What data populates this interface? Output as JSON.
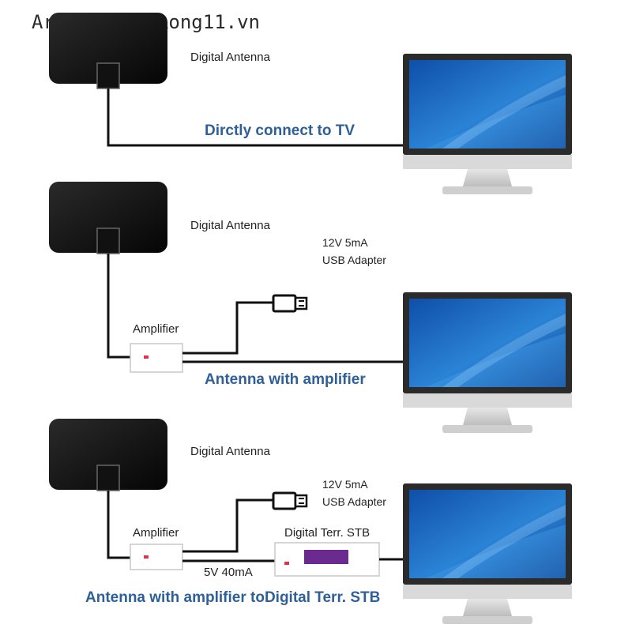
{
  "watermark": "ArtGloriousLong11.vn",
  "panel1": {
    "antenna_label": "Digital Antenna",
    "caption": "Dirctly connect to TV"
  },
  "panel2": {
    "antenna_label": "Digital Antenna",
    "adapter_label_1": "12V 5mA",
    "adapter_label_2": "USB Adapter",
    "amplifier_label": "Amplifier",
    "caption": "Antenna with amplifier"
  },
  "panel3": {
    "antenna_label": "Digital Antenna",
    "adapter_label_1": "12V 5mA",
    "adapter_label_2": "USB Adapter",
    "amplifier_label": "Amplifier",
    "stb_label": "Digital Terr. STB",
    "power_label": "5V 40mA",
    "caption": "Antenna with amplifier toDigital Terr. STB"
  },
  "colors": {
    "caption_blue": "#2f5f97",
    "antenna_black": "#1a1a1a",
    "screen_blue": "#1f6fc6",
    "monitor_frame": "#2b2b2b",
    "stand_grey": "#cfcfcf",
    "stb_display_purple": "#6a2a8f",
    "led_red": "#e0334a"
  }
}
